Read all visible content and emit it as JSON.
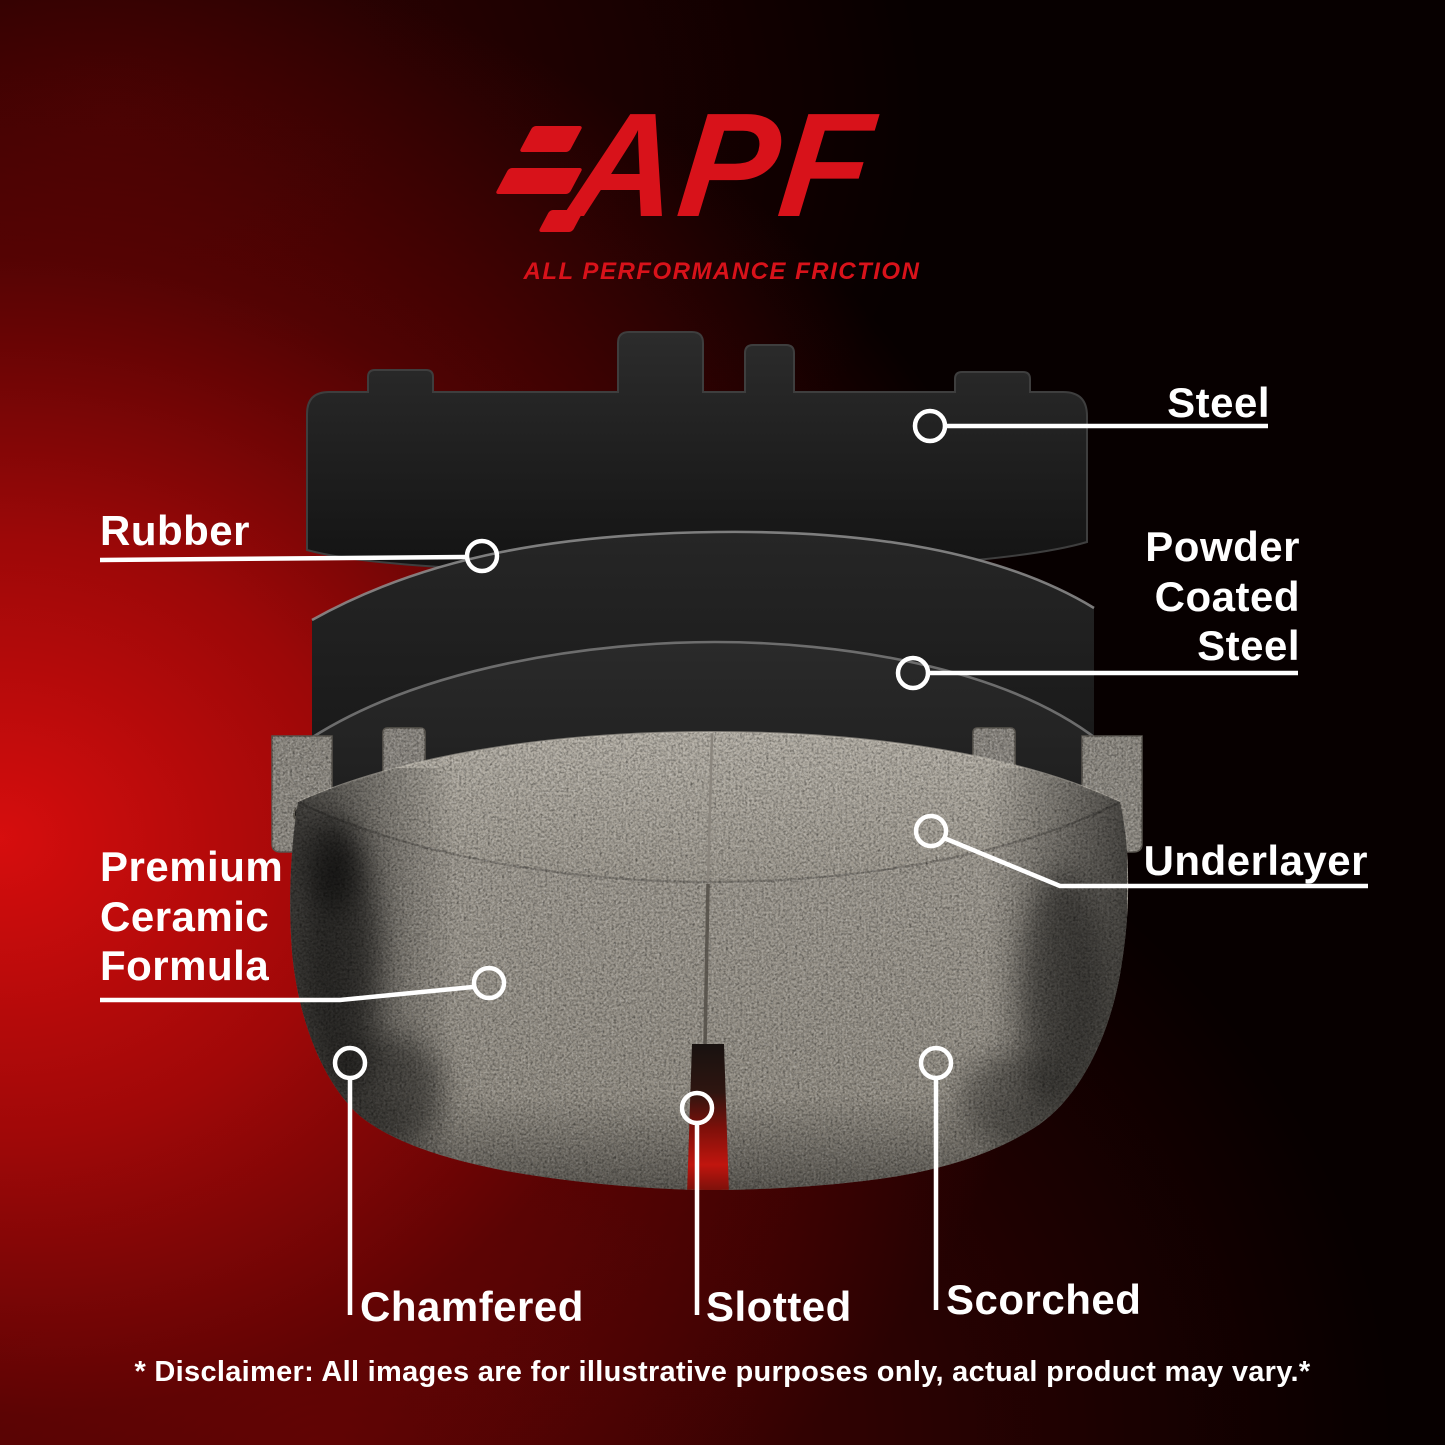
{
  "logo": {
    "brand": "APF",
    "tagline": "ALL PERFORMANCE FRICTION"
  },
  "callouts": {
    "steel": "Steel",
    "rubber": "Rubber",
    "powder_coated_steel": "Powder Coated Steel",
    "underlayer": "Underlayer",
    "premium_ceramic_formula": "Premium Ceramic Formula",
    "chamfered": "Chamfered",
    "slotted": "Slotted",
    "scorched": "Scorched"
  },
  "disclaimer": {
    "text": "* Disclaimer: All images are for illustrative purposes only, actual product may vary.*"
  },
  "colors": {
    "accent_red": "#d8121a",
    "background_red": "#c00d0d",
    "label_white": "#ffffff",
    "plate_dark": "#1e1e1e",
    "ceramic_gray": "#9a958c",
    "slot_red": "#b2120c"
  }
}
